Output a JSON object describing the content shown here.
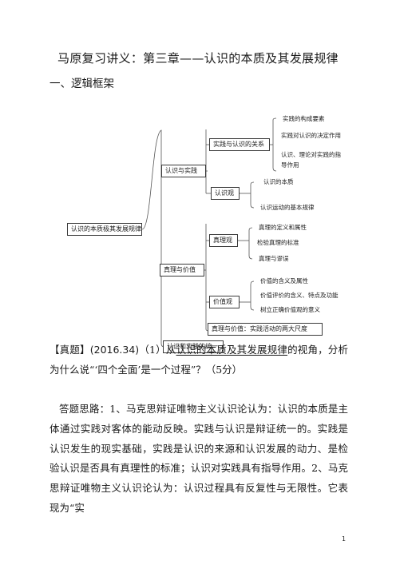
{
  "title": "马原复习讲义：第三章——认识的本质及其发展规律",
  "section_heading": "一、逻辑框架",
  "diagram": {
    "root": "认识的本质极其发展规律",
    "branch_1": "认识与实践",
    "b1_node_1": "实践与认识的关系",
    "b1_node_1_leaves": [
      "实践的构成要素",
      "实践对认识的决定作用",
      "认识、理论对实践的指",
      "导作用"
    ],
    "b1_node_2": "认识观",
    "b1_node_2_leaves": [
      "认识的本质",
      "认识运动的基本规律"
    ],
    "branch_2": "真理与价值",
    "b2_node_1": "真理观",
    "b2_node_1_leaves": [
      "真理的定义和属性",
      "检验真理的标准",
      "真理与谬误"
    ],
    "b2_node_2": "价值观",
    "b2_node_2_leaves": [
      "价值的含义及属性",
      "价值评价的含义、特点及功能",
      "树立正确价值观的意义"
    ],
    "b2_node_3": "真理与价值：实践活动的两大尺度",
    "branch_3": "认识和实践的统一"
  },
  "question": {
    "label": "【真题】",
    "source": "(2016.34)",
    "pre": "（1）从",
    "underlined": "认识的本质及其发展规律",
    "post": "的视角，分析为什么说“‘四个全面’是一个过程”？（5分）"
  },
  "answer": "答题思路：1、马克思辩证唯物主义认识论认为：认识的本质是主体通过实践对客体的能动反映。实践与认识是辩证统一的。实践是认识发生的现实基础，实践是认识的来源和认识发展的动力、是检验认识是否具有真理性的标准；认识对实践具有指导作用。2、马克思辩证唯物主义认识论认为：认识过程具有反复性与无限性。它表现为“实",
  "page_number": "1"
}
